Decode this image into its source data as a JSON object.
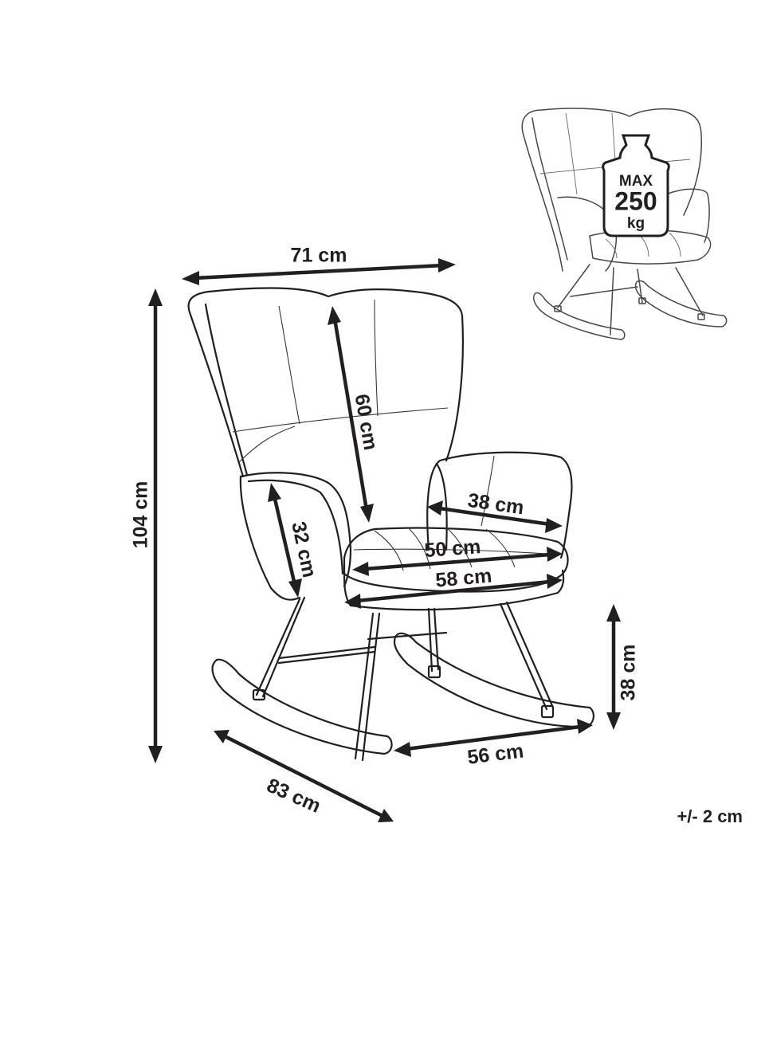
{
  "dimensions": [
    {
      "id": "width",
      "label": "71 cm"
    },
    {
      "id": "height",
      "label": "104 cm"
    },
    {
      "id": "backrest",
      "label": "60 cm"
    },
    {
      "id": "armrest-height",
      "label": "32 cm"
    },
    {
      "id": "armrest-depth",
      "label": "38 cm"
    },
    {
      "id": "seat-width",
      "label": "50 cm"
    },
    {
      "id": "seat-depth",
      "label": "58 cm"
    },
    {
      "id": "seat-height",
      "label": "38 cm"
    },
    {
      "id": "rocker-spread",
      "label": "56 cm"
    },
    {
      "id": "depth",
      "label": "83 cm"
    }
  ],
  "weight_badge": {
    "line1": "MAX",
    "line2": "250",
    "line3": "kg"
  },
  "tolerance": "+/- 2 cm"
}
